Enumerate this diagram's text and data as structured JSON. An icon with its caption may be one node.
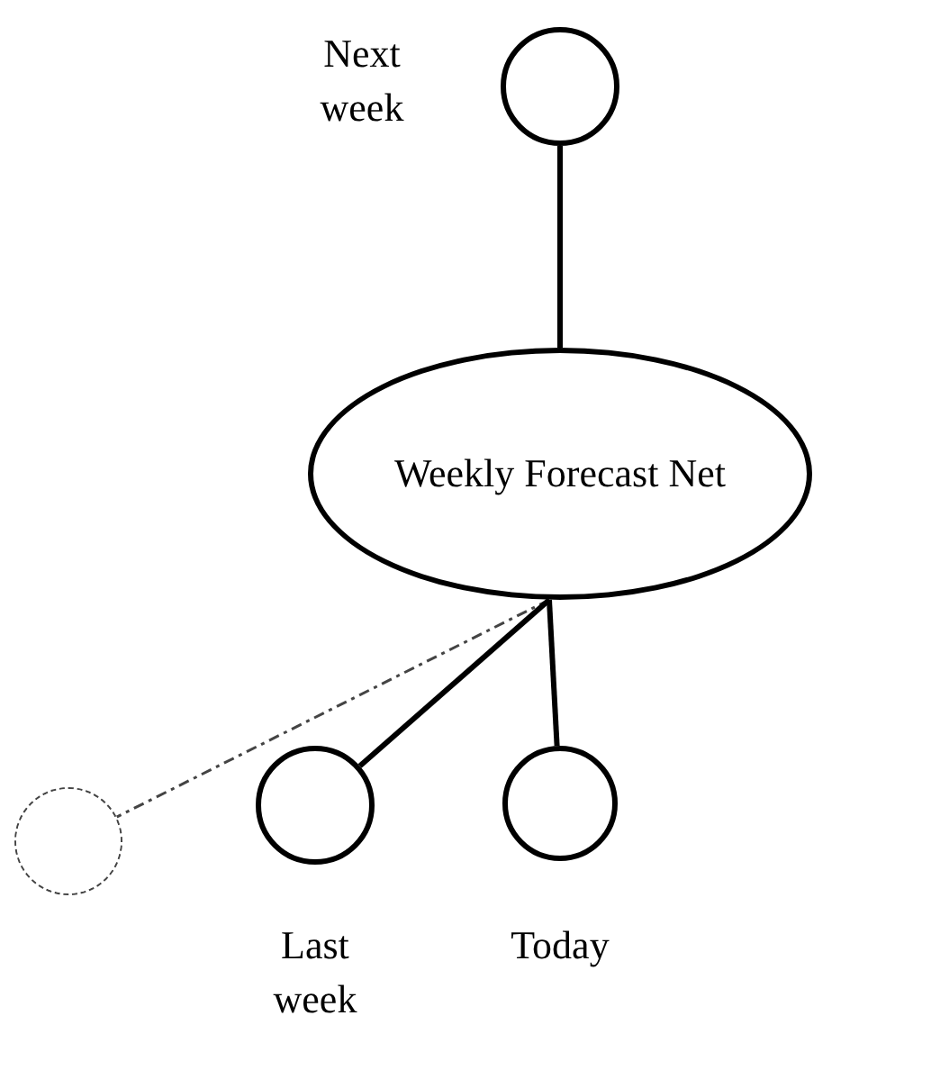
{
  "diagram": {
    "nodes": [
      {
        "text": [],
        "shape": "circle",
        "beside": [
          "Next week"
        ]
      },
      {
        "text": [
          "Weekly Forecast Net"
        ]
      },
      {
        "text": [],
        "shape": "circle"
      },
      {
        "text": [],
        "shape": "circle",
        "beside": [
          "Last week"
        ]
      },
      {
        "text": [],
        "shape": "circle",
        "beside": [
          "Today"
        ]
      }
    ],
    "edges": [
      {
        "from": 1,
        "to": 0,
        "arrow": "none"
      },
      {
        "from": 1,
        "to": 2,
        "arrow": "none",
        "style": "dashed"
      },
      {
        "from": 1,
        "to": 3,
        "arrow": "none"
      },
      {
        "from": 1,
        "to": 4,
        "arrow": "none"
      }
    ]
  }
}
